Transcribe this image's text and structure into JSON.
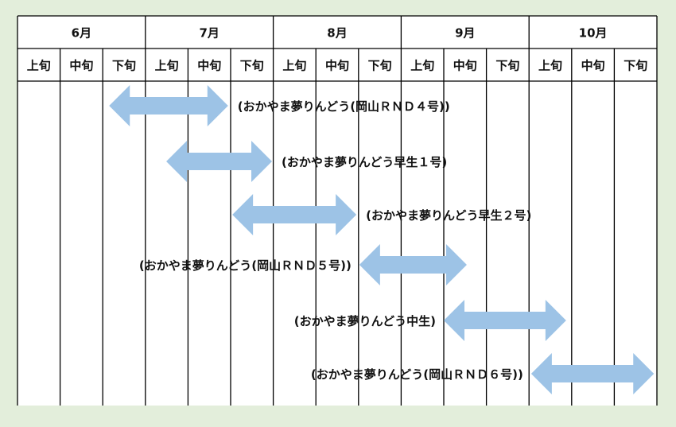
{
  "months": [
    "6月",
    "7月",
    "8月",
    "9月",
    "10月"
  ],
  "periods": [
    "上旬",
    "中旬",
    "下旬"
  ],
  "arrow_color": "#9dc3e6",
  "items": [
    {
      "label": "(おかやま夢りんどう(岡山ＲＮＤ４号))",
      "start": 2.15,
      "end": 4.94,
      "label_side": "right"
    },
    {
      "label": "(おかやま夢りんどう早生１号)",
      "start": 3.49,
      "end": 5.97,
      "label_side": "right"
    },
    {
      "label": "(おかやま夢りんどう早生２号)",
      "start": 5.04,
      "end": 7.95,
      "label_side": "right"
    },
    {
      "label": "(おかやま夢りんどう(岡山ＲＮＤ５号))",
      "start": 8.02,
      "end": 10.54,
      "label_side": "left"
    },
    {
      "label": "(おかやま夢りんどう中生)",
      "start": 10.0,
      "end": 12.87,
      "label_side": "left"
    },
    {
      "label": "(おかやま夢りんどう(岡山ＲＮＤ６号))",
      "start": 12.05,
      "end": 14.93,
      "label_side": "left"
    }
  ]
}
